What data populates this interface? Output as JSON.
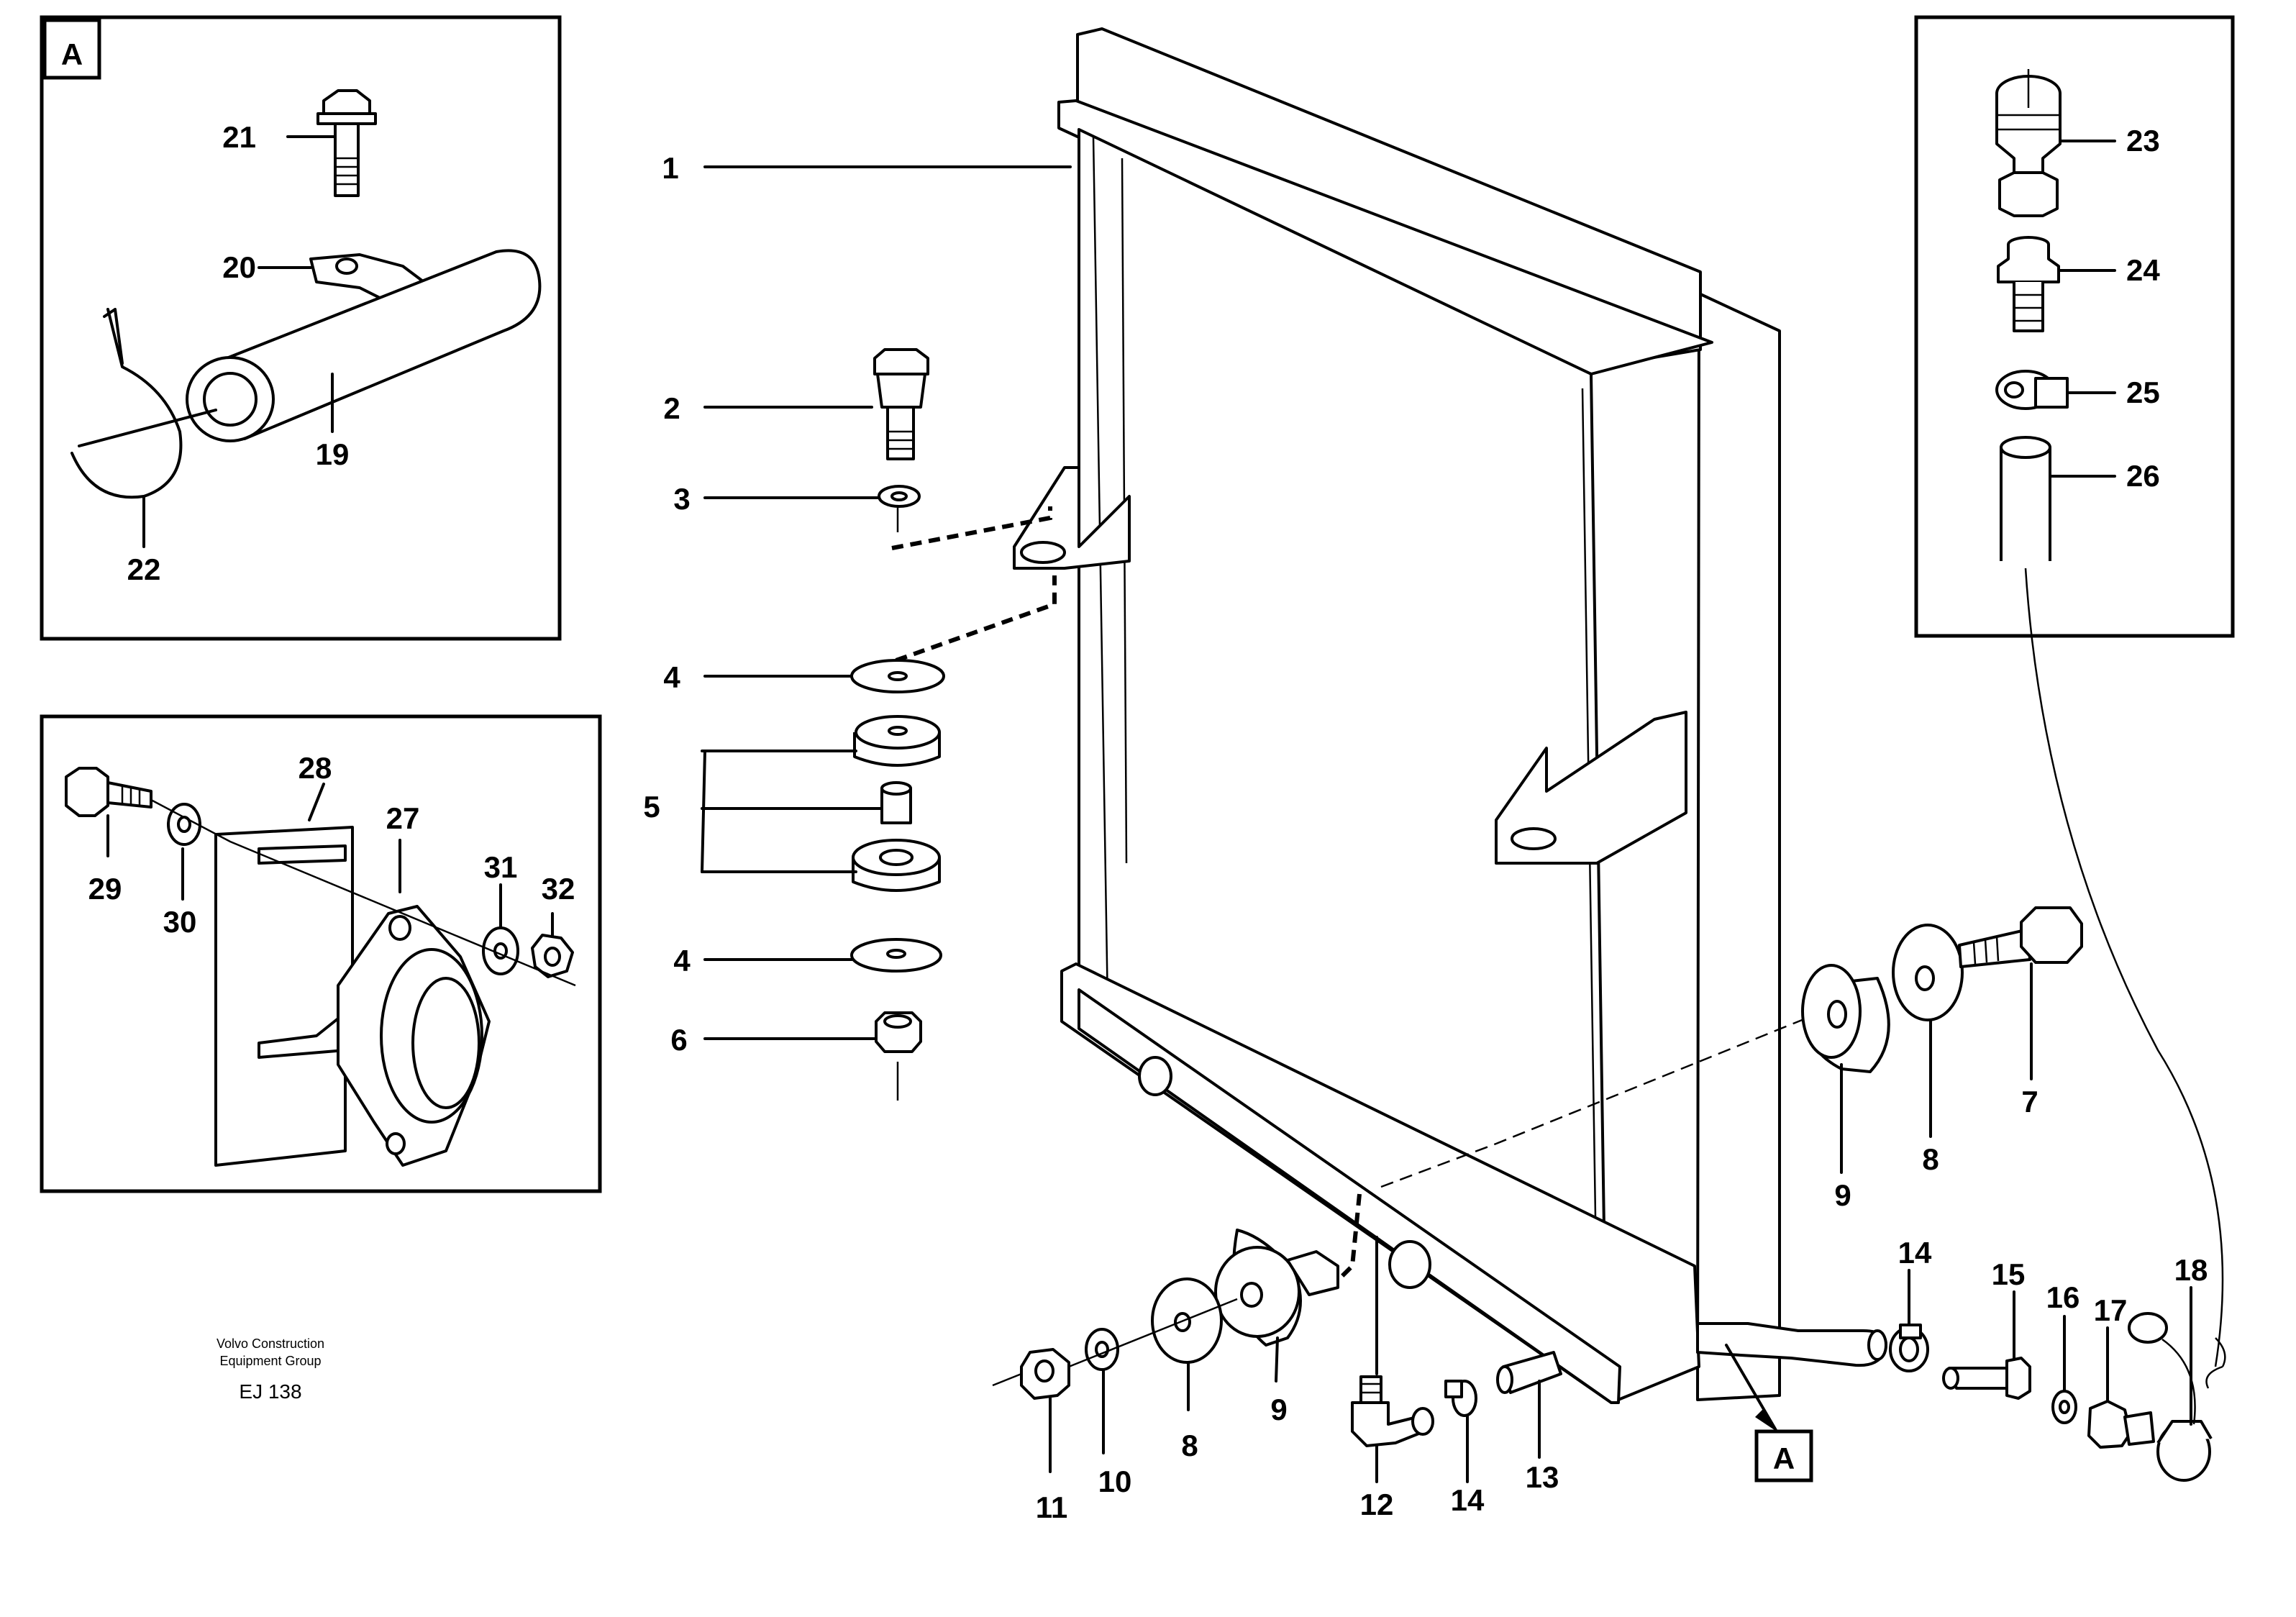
{
  "diagram": {
    "detail_marker": "A",
    "callouts": [
      "1",
      "2",
      "3",
      "4",
      "5",
      "6",
      "7",
      "8",
      "9",
      "10",
      "11",
      "12",
      "13",
      "14",
      "15",
      "16",
      "17",
      "18",
      "19",
      "20",
      "21",
      "22",
      "23",
      "24",
      "25",
      "26",
      "27",
      "28",
      "29",
      "30",
      "31",
      "32"
    ],
    "credit_line1": "Volvo Construction",
    "credit_line2": "Equipment Group",
    "drawing_code": "EJ 138"
  }
}
